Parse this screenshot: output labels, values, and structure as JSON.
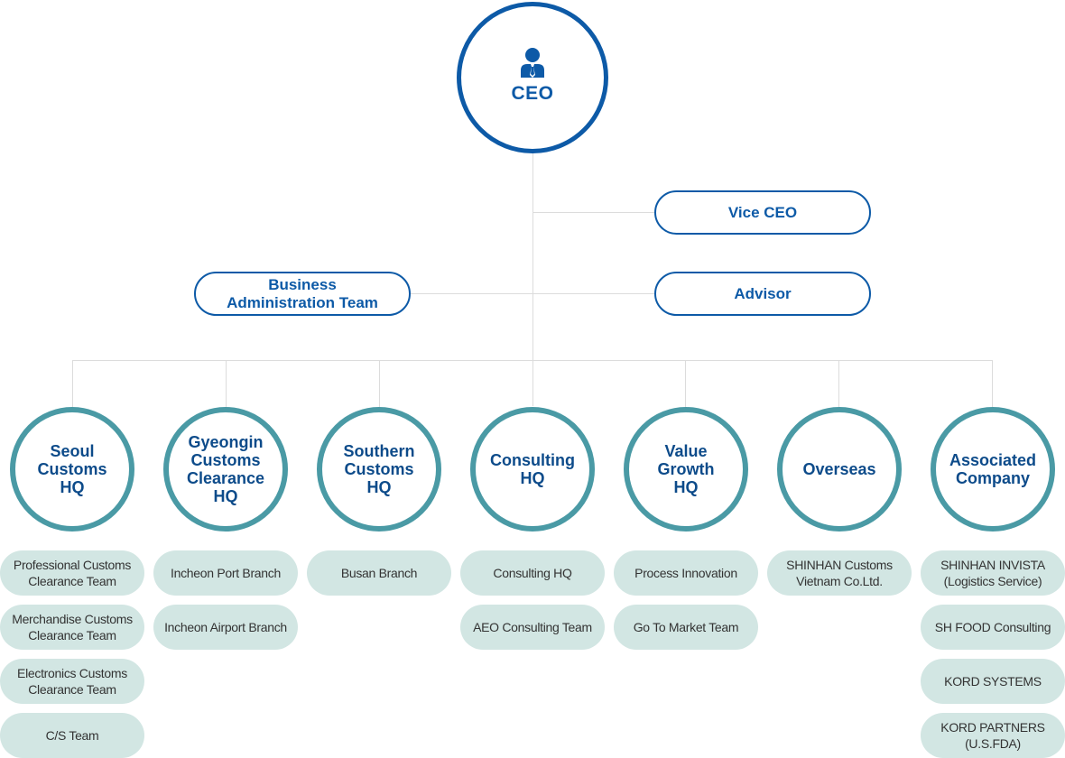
{
  "ceo": {
    "label": "CEO"
  },
  "vice_ceo": {
    "label": "Vice CEO"
  },
  "advisor": {
    "label": "Advisor"
  },
  "business_admin": {
    "label": "Business\nAdministration Team"
  },
  "headquarters": [
    {
      "label": "Seoul\nCustoms\nHQ",
      "teams": [
        "Professional Customs\nClearance Team",
        "Merchandise Customs\nClearance Team",
        "Electronics Customs\nClearance Team",
        "C/S Team"
      ]
    },
    {
      "label": "Gyeongin\nCustoms\nClearance\nHQ",
      "teams": [
        "Incheon Port Branch",
        "Incheon Airport Branch"
      ]
    },
    {
      "label": "Southern\nCustoms\nHQ",
      "teams": [
        "Busan Branch"
      ]
    },
    {
      "label": "Consulting\nHQ",
      "teams": [
        "Consulting HQ",
        "AEO Consulting Team"
      ]
    },
    {
      "label": "Value\nGrowth\nHQ",
      "teams": [
        "Process Innovation",
        "Go To Market Team"
      ]
    },
    {
      "label": "Overseas",
      "teams": [
        "SHINHAN Customs\nVietnam Co.Ltd."
      ]
    },
    {
      "label": "Associated\nCompany",
      "teams": [
        "SHINHAN INVISTA\n(Logistics Service)",
        "SH FOOD Consulting",
        "KORD SYSTEMS",
        "KORD PARTNERS\n(U.S.FDA)"
      ]
    }
  ]
}
